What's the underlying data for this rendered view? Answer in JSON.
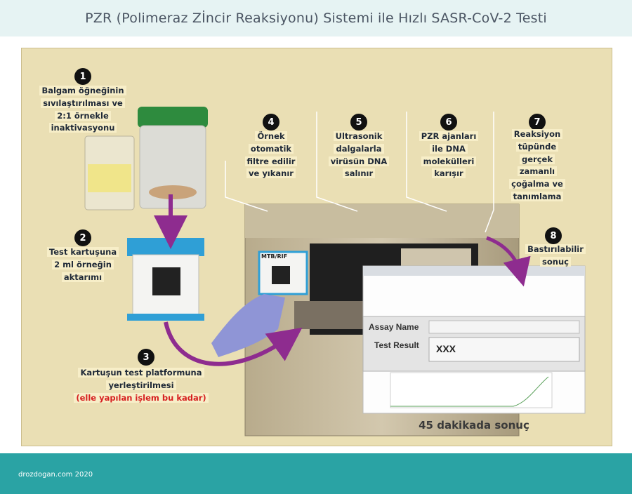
{
  "title": "PZR (Polimeraz Zİncir Reaksiyonu) Sistemi ile Hızlı SASR-CoV-2 Testi",
  "steps": [
    {
      "num": "1",
      "lines": [
        "Balgam öğneğinin",
        "sıvılaştırılması ve",
        "2:1 örnekle",
        "inaktivasyonu"
      ]
    },
    {
      "num": "2",
      "lines": [
        "Test kartuşuna",
        "2 ml örneğin",
        "aktarımı"
      ]
    },
    {
      "num": "3",
      "lines": [
        "Kartuşun test platformuna",
        "yerleştirilmesi"
      ],
      "note": "(elle yapılan işlem bu kadar)"
    },
    {
      "num": "4",
      "lines": [
        "Örnek",
        "otomatik",
        "filtre edilir",
        "ve yıkanır"
      ]
    },
    {
      "num": "5",
      "lines": [
        "Ultrasonik",
        "dalgalarla",
        "virüsün DNA",
        "salınır"
      ]
    },
    {
      "num": "6",
      "lines": [
        "PZR ajanları",
        "ile DNA",
        "molekülleri",
        "karışır"
      ]
    },
    {
      "num": "7",
      "lines": [
        "Reaksiyon",
        "tüpünde",
        "gerçek",
        "zamanlı",
        "çoğalma ve",
        "tanımlama"
      ]
    },
    {
      "num": "8",
      "lines": [
        "Bastırılabilir",
        "sonuç"
      ]
    }
  ],
  "cartridge_label": "MTB/RIF",
  "screen": {
    "assay_name_label": "Assay Name",
    "test_result_label": "Test Result",
    "test_result_value": "XXX"
  },
  "result_caption": "45 dakikada sonuç",
  "footer": "drozdogan.com 2020",
  "colors": {
    "accent": "#8e2c8f",
    "header_bg": "#e6f3f3",
    "footer_bg": "#2aa3a4",
    "panel_bg": "#eadfb4",
    "note": "#d62020"
  }
}
